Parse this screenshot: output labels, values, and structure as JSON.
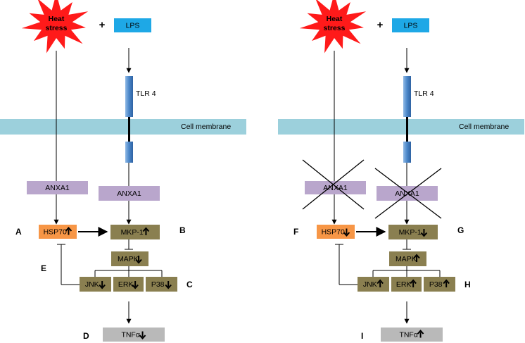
{
  "colors": {
    "membrane": "#9cd0dc",
    "heat_burst": "#ff1a1a",
    "lps_box": "#1ea8e6",
    "tlr_bar": "#4a86c8",
    "anxa1_box": "#b9a6cc",
    "hsp70_box": "#f79646",
    "olive_box": "#8a7f50",
    "tnf_box": "#b9b9b9",
    "line": "#000000"
  },
  "panels": [
    {
      "id": "left",
      "heat_label": [
        "Heat",
        "stress"
      ],
      "plus": "+",
      "lps": "LPS",
      "tlr": "TLR 4",
      "membrane": "Cell membrane",
      "anxa1_left": "ANXA1",
      "anxa1_right": "ANXA1",
      "anxa1_crossed": false,
      "hsp70": "HSP70",
      "hsp70_arrow": "up",
      "mkp1": "MKP-1",
      "mkp1_arrow": "up",
      "mapk": "MAPK",
      "mapk_arrow": "down",
      "jnk": "JNK",
      "jnk_arrow": "down",
      "erk": "ERK",
      "erk_arrow": "down",
      "p38": "P38",
      "p38_arrow": "down",
      "tnf": "TNFα",
      "tnf_arrow": "down",
      "letters": {
        "hsp": "A",
        "mkp": "B",
        "kinases": "C",
        "tnf": "D",
        "feedback": "E"
      }
    },
    {
      "id": "right",
      "heat_label": [
        "Heat",
        "stress"
      ],
      "plus": "+",
      "lps": "LPS",
      "tlr": "TLR 4",
      "membrane": "Cell membrane",
      "anxa1_left": "ANXA1",
      "anxa1_right": "ANXA1",
      "anxa1_crossed": true,
      "hsp70": "HSP70",
      "hsp70_arrow": "down",
      "mkp1": "MKP-1",
      "mkp1_arrow": "down",
      "mapk": "MAPK",
      "mapk_arrow": "up",
      "jnk": "JNK",
      "jnk_arrow": "up",
      "erk": "ERK",
      "erk_arrow": "up",
      "p38": "P38",
      "p38_arrow": "up",
      "tnf": "TNFα",
      "tnf_arrow": "up",
      "letters": {
        "hsp": "F",
        "mkp": "G",
        "kinases": "H",
        "tnf": "I",
        "feedback": null
      }
    }
  ]
}
